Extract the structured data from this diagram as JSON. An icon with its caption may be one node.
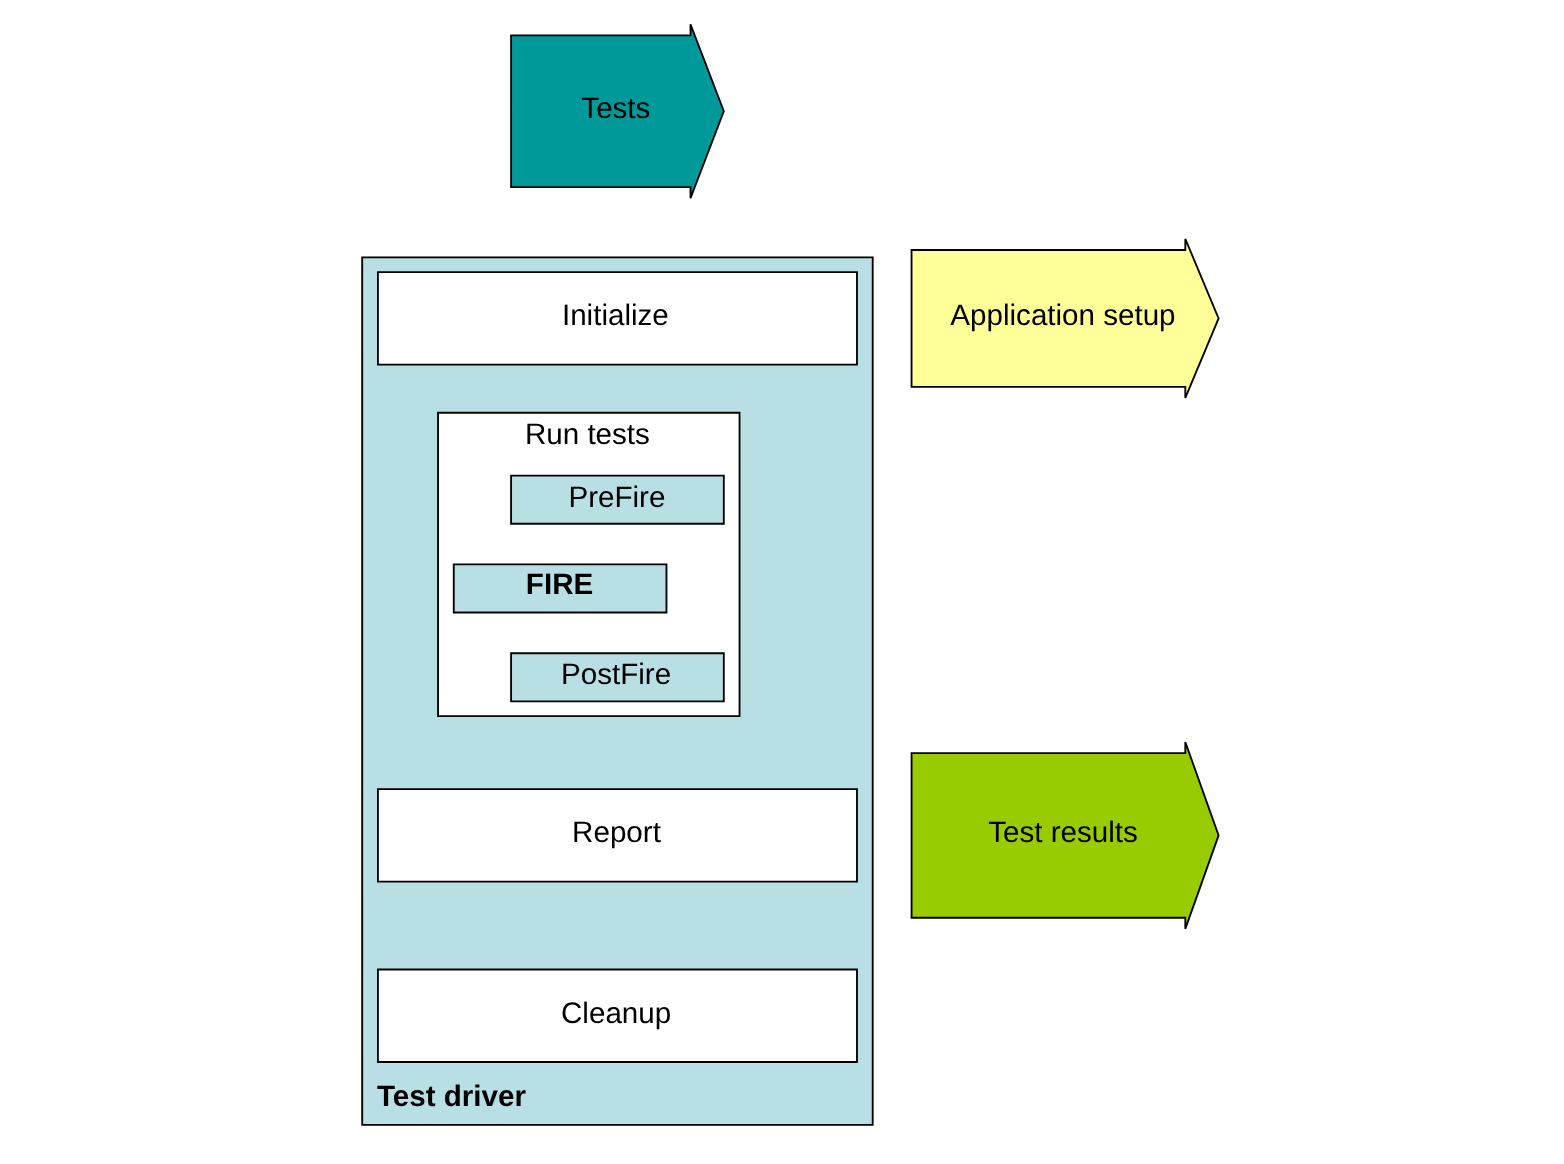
{
  "diagram": {
    "nodes": [
      {
        "text": [
          "Tests"
        ]
      },
      {
        "text": [
          "Application setup"
        ]
      },
      {
        "text": [
          "Test driver"
        ]
      },
      {
        "text": [
          "Initialize"
        ],
        "in": 2
      },
      {
        "text": [
          "Run tests"
        ],
        "in": 2
      },
      {
        "text": [
          "PreFire"
        ],
        "in": 4
      },
      {
        "text": [
          "FIRE"
        ],
        "in": 4
      },
      {
        "text": [
          "PostFire"
        ],
        "in": 4
      },
      {
        "text": [
          "Report"
        ],
        "in": 2
      },
      {
        "text": [
          "Cleanup"
        ],
        "in": 2
      },
      {
        "text": [
          "Test results"
        ]
      }
    ],
    "edges": []
  }
}
